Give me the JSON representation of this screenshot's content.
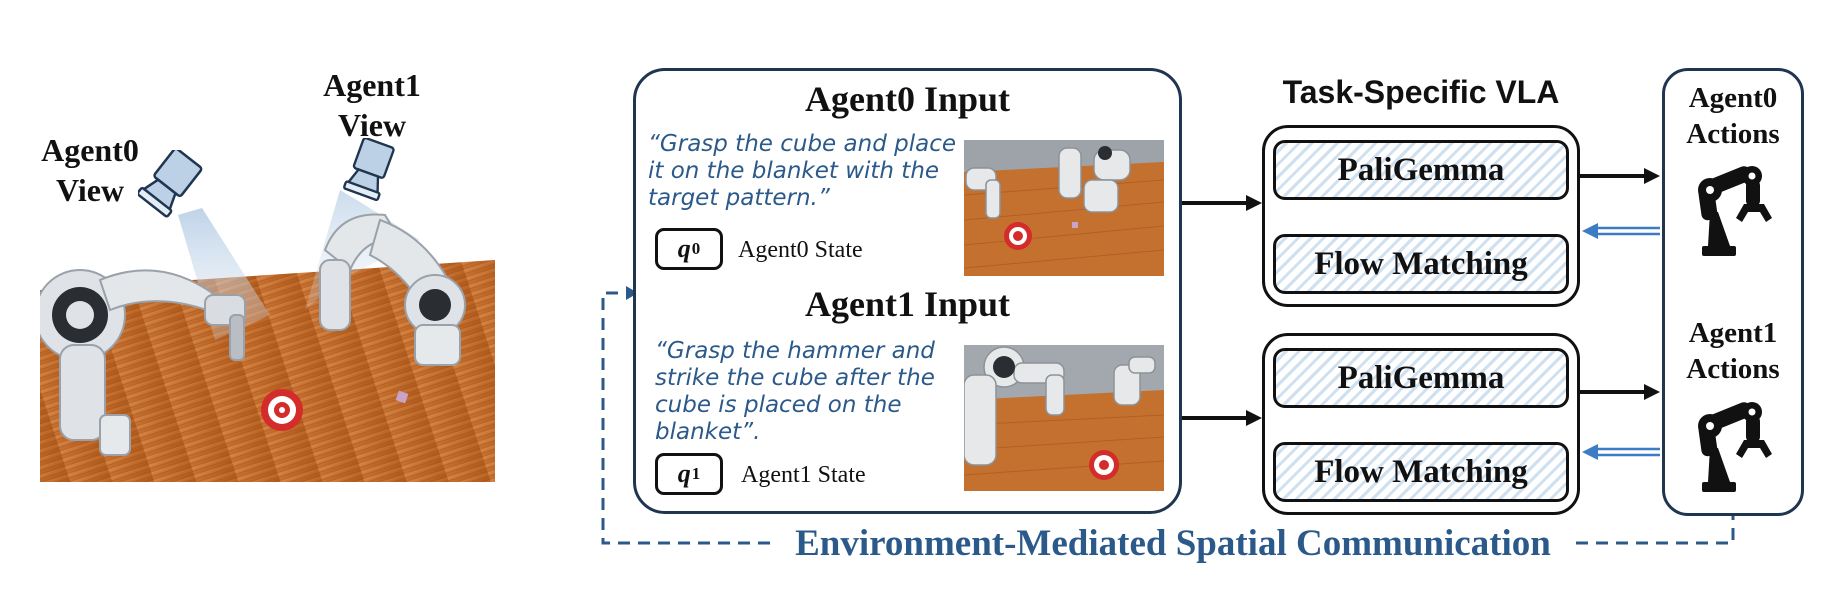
{
  "left_scene": {
    "agent0_view_label": [
      "Agent0",
      "View"
    ],
    "agent1_view_label": [
      "Agent1",
      "View"
    ]
  },
  "input_panel": {
    "agent0_title": "Agent0 Input",
    "agent0_instruction": [
      "“Grasp the cube and place",
      "it on the blanket with the",
      "target pattern.”"
    ],
    "agent0_state_symbol": "q",
    "agent0_state_sub": "0",
    "agent0_state_label": "Agent0 State",
    "agent1_title": "Agent1 Input",
    "agent1_instruction": [
      "“Grasp the hammer and",
      "strike the cube after the",
      "cube is placed on the",
      "blanket”."
    ],
    "agent1_state_symbol": "q",
    "agent1_state_sub": "1",
    "agent1_state_label": "Agent1 State"
  },
  "vla": {
    "title": "Task-Specific VLA",
    "top_backbone": "PaliGemma",
    "top_head": "Flow Matching",
    "bottom_backbone": "PaliGemma",
    "bottom_head": "Flow Matching"
  },
  "actions": {
    "agent0_label": [
      "Agent0",
      "Actions"
    ],
    "agent1_label": [
      "Agent1",
      "Actions"
    ]
  },
  "communication_label": "Environment-Mediated Spatial Communication",
  "colors": {
    "frame": "#1f3550",
    "accent_blue": "#2b5a8a",
    "arrow_blue": "#3b7cc4",
    "table_wood": "#c8742e"
  }
}
